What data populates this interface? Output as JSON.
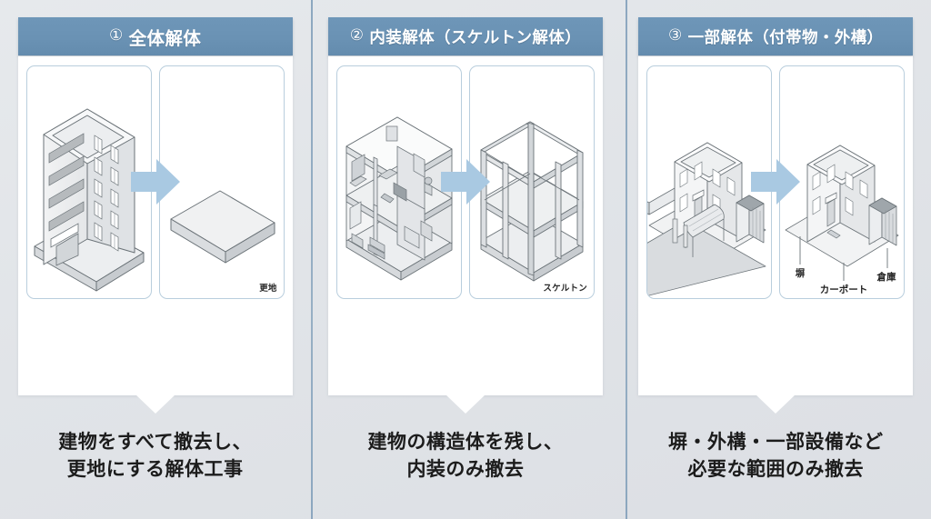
{
  "theme": {
    "background": "#e2e5e9",
    "header_blue": "#6a92b4",
    "arrow_blue": "#a9c9e2",
    "pane_border": "#b9cedd",
    "divider": "#7d9cb8",
    "caption_color": "#1c1c1c"
  },
  "columns": [
    {
      "number": "①",
      "header_title": "全体解体",
      "panes": [
        {
          "name": "before",
          "tag": "",
          "illustration": "multi-story-building"
        },
        {
          "name": "after",
          "tag": "更地",
          "illustration": "empty-land-slab"
        }
      ],
      "arrow": "right-arrow",
      "caption_line1": "建物をすべて撤去し、",
      "caption_line2": "更地にする解体工事"
    },
    {
      "number": "②",
      "header_title": "内装解体（スケルトン解体）",
      "panes": [
        {
          "name": "before",
          "tag": "",
          "illustration": "furnished-house-cutaway"
        },
        {
          "name": "after",
          "tag": "スケルトン",
          "illustration": "structural-frame"
        }
      ],
      "arrow": "right-arrow",
      "caption_line1": "建物の構造体を残し、",
      "caption_line2": "内装のみ撤去"
    },
    {
      "number": "③",
      "header_title": "一部解体（付帯物・外構）",
      "panes": [
        {
          "name": "before",
          "tag": "",
          "illustration": "house-with-fence-carport"
        },
        {
          "name": "after",
          "tag": "",
          "illustration": "house-removed-exterior",
          "callouts": [
            "塀",
            "カーポート",
            "倉庫"
          ]
        }
      ],
      "arrow": "right-arrow",
      "caption_line1": "塀・外構・一部設備など",
      "caption_line2": "必要な範囲のみ撤去"
    }
  ]
}
